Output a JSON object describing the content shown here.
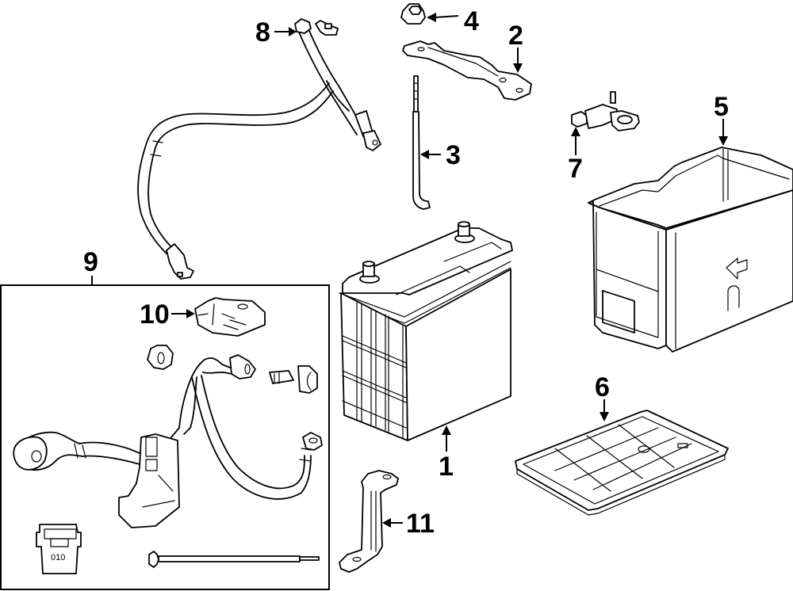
{
  "diagram": {
    "title": "Battery assembly exploded parts diagram",
    "callouts": [
      {
        "id": "1",
        "label": "1",
        "part": "battery"
      },
      {
        "id": "2",
        "label": "2",
        "part": "hold-down-bracket"
      },
      {
        "id": "3",
        "label": "3",
        "part": "hold-down-rod"
      },
      {
        "id": "4",
        "label": "4",
        "part": "nut"
      },
      {
        "id": "5",
        "label": "5",
        "part": "battery-box"
      },
      {
        "id": "6",
        "label": "6",
        "part": "battery-tray"
      },
      {
        "id": "7",
        "label": "7",
        "part": "terminal"
      },
      {
        "id": "8",
        "label": "8",
        "part": "positive-cable"
      },
      {
        "id": "9",
        "label": "9",
        "part": "negative-cable-assembly"
      },
      {
        "id": "10",
        "label": "10",
        "part": "sensor"
      },
      {
        "id": "11",
        "label": "11",
        "part": "support-bracket"
      }
    ],
    "connector_text": "010"
  }
}
